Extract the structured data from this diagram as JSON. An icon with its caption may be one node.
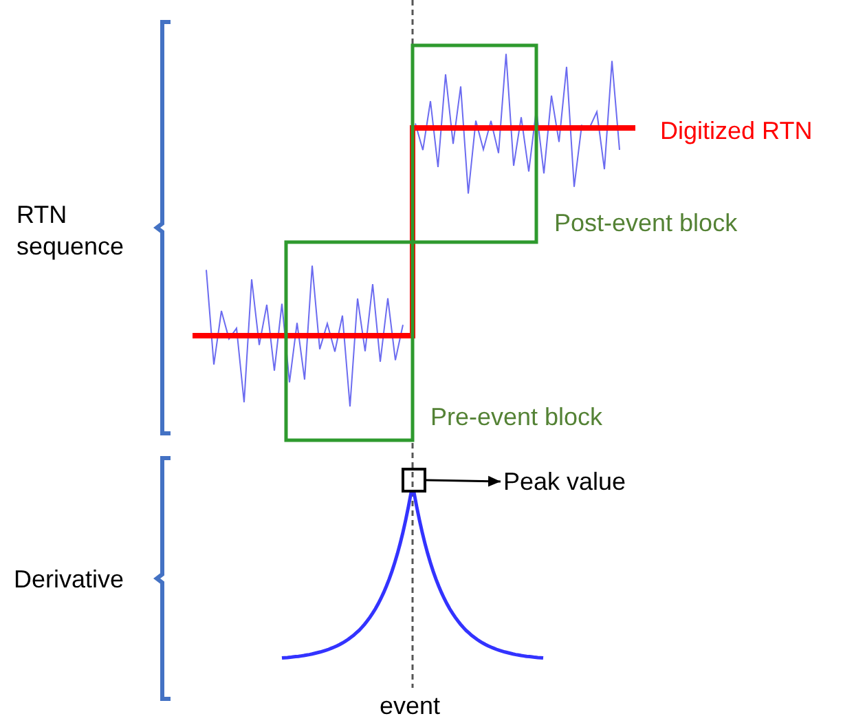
{
  "diagram": {
    "nodes": [
      {
        "text": [],
        "shape": "box"
      },
      {
        "text": [
          "Peak value"
        ]
      }
    ],
    "edges": [
      {
        "from": 0,
        "to": 1,
        "arrow": "to"
      }
    ],
    "labels": [
      "RTN sequence",
      "Digitized RTN",
      "Post-event block",
      "Pre-event block",
      "Derivative",
      "event"
    ]
  }
}
